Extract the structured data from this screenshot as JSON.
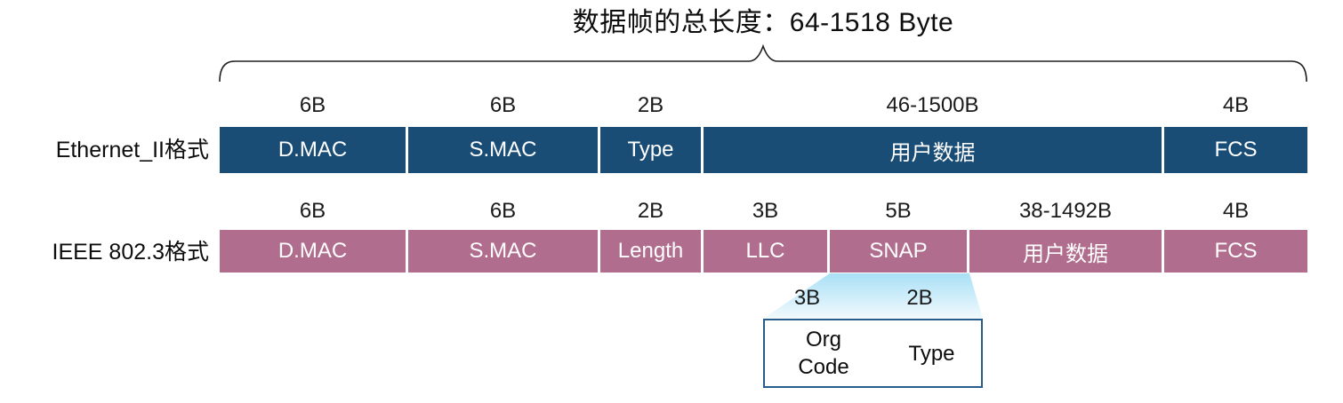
{
  "title": "数据帧的总长度：64-1518 Byte",
  "colors": {
    "ethernet_row": "#1A4D76",
    "ieee_row": "#B16D8D",
    "callout_gradient_top": "#A9E0F6",
    "callout_gradient_bottom": "#F2FAFE",
    "callout_box_border": "#275C8B"
  },
  "ethernet_ii": {
    "label": "Ethernet_II格式",
    "fields": [
      {
        "size": "6B",
        "name": "D.MAC"
      },
      {
        "size": "6B",
        "name": "S.MAC"
      },
      {
        "size": "2B",
        "name": "Type"
      },
      {
        "size": "46-1500B",
        "name": "用户数据"
      },
      {
        "size": "4B",
        "name": "FCS"
      }
    ]
  },
  "ieee_8023": {
    "label": "IEEE 802.3格式",
    "fields": [
      {
        "size": "6B",
        "name": "D.MAC"
      },
      {
        "size": "6B",
        "name": "S.MAC"
      },
      {
        "size": "2B",
        "name": "Length"
      },
      {
        "size": "3B",
        "name": "LLC"
      },
      {
        "size": "5B",
        "name": "SNAP"
      },
      {
        "size": "38-1492B",
        "name": "用户数据"
      },
      {
        "size": "4B",
        "name": "FCS"
      }
    ]
  },
  "snap_detail": {
    "fields": [
      {
        "size": "3B",
        "name": "Org Code"
      },
      {
        "size": "2B",
        "name": "Type"
      }
    ]
  }
}
